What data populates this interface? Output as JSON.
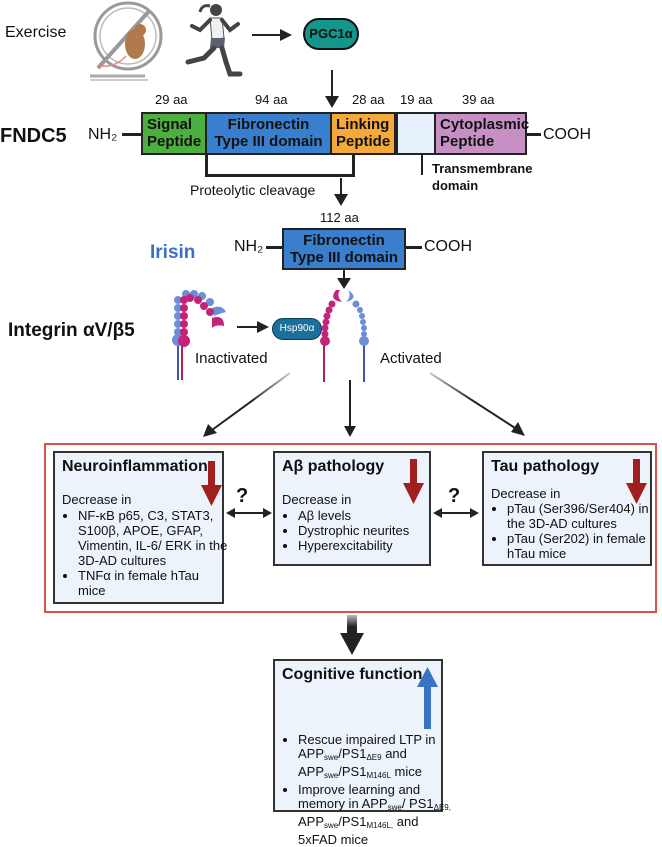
{
  "exercise": {
    "label": "Exercise",
    "target": "PGC1α"
  },
  "fndc5": {
    "label": "FNDC5",
    "n_term": "NH₂",
    "c_term": "COOH",
    "segments": [
      {
        "name": "Signal\nPeptide",
        "line1": "Signal",
        "line2": "Peptide",
        "length": "29 aa",
        "color": "#4caf3f"
      },
      {
        "line1": "Fibronectin",
        "line2": "Type III domain",
        "length": "94 aa",
        "color": "#3a7fce"
      },
      {
        "line1": "Linking",
        "line2": "Peptide",
        "length": "28 aa",
        "color": "#f3a93b"
      },
      {
        "line1": "",
        "line2": "",
        "length": "19 aa",
        "color": "#e7f1fb"
      },
      {
        "line1": "Cytoplasmic",
        "line2": "Peptide",
        "length": "39 aa",
        "color": "#c690c4"
      }
    ],
    "transmembrane_label_1": "Transmembrane",
    "transmembrane_label_2": "domain",
    "cleavage_label": "Proteolytic cleavage"
  },
  "irisin": {
    "label": "Irisin",
    "label_color": "#3b6fc1",
    "length": "112 aa",
    "line1": "Fibronectin",
    "line2": "Type III domain",
    "n_term": "NH₂",
    "c_term": "COOH"
  },
  "integrin": {
    "label": "Integrin αV/β5",
    "inactivated": "Inactivated",
    "activated": "Activated",
    "chaperone": "Hsp90α"
  },
  "outcomes": {
    "neuro": {
      "title": "Neuroinflammation",
      "intro": "Decrease in",
      "items": [
        "NF-κB p65, C3, STAT3, S100β, APOE, GFAP, Vimentin, IL-6/ ERK in the 3D-AD cultures",
        "TNFα in female hTau mice"
      ],
      "direction": "down"
    },
    "abeta": {
      "title": "Aβ pathology",
      "intro": "Decrease in",
      "items": [
        "Aβ levels",
        "Dystrophic neurites",
        "Hyperexcitability"
      ],
      "direction": "down"
    },
    "tau": {
      "title": "Tau pathology",
      "intro": "Decrease in",
      "items": [
        "pTau (Ser396/Ser404) in the 3D-AD cultures",
        "pTau (Ser202) in female hTau mice"
      ],
      "direction": "down"
    },
    "question_mark": "?"
  },
  "cognitive": {
    "title": "Cognitive function",
    "direction": "up",
    "item1": {
      "a": "Rescue impaired LTP in APP",
      "s1": "swe",
      "b": "/PS1",
      "s2": "ΔE9",
      "c": " and APP",
      "s3": "swe",
      "d": "/PS1",
      "s4": "M146L",
      "e": " mice"
    },
    "item2": {
      "a": "Improve learning and memory in APP",
      "s1": "swe",
      "b": "/ PS1",
      "s2": "ΔE9,",
      "c": " APP",
      "s3": "swe",
      "d": "/PS1",
      "s4": "M146L,",
      "e": " and 5xFAD mice"
    }
  },
  "colors": {
    "down_arrow": "#a11f1f",
    "up_arrow": "#3a73c4",
    "outer_frame": "#d9534f",
    "panel_bg": "#edf3fb",
    "pgc_fill": "#15968a",
    "hsp_fill": "#1b6f9a"
  }
}
